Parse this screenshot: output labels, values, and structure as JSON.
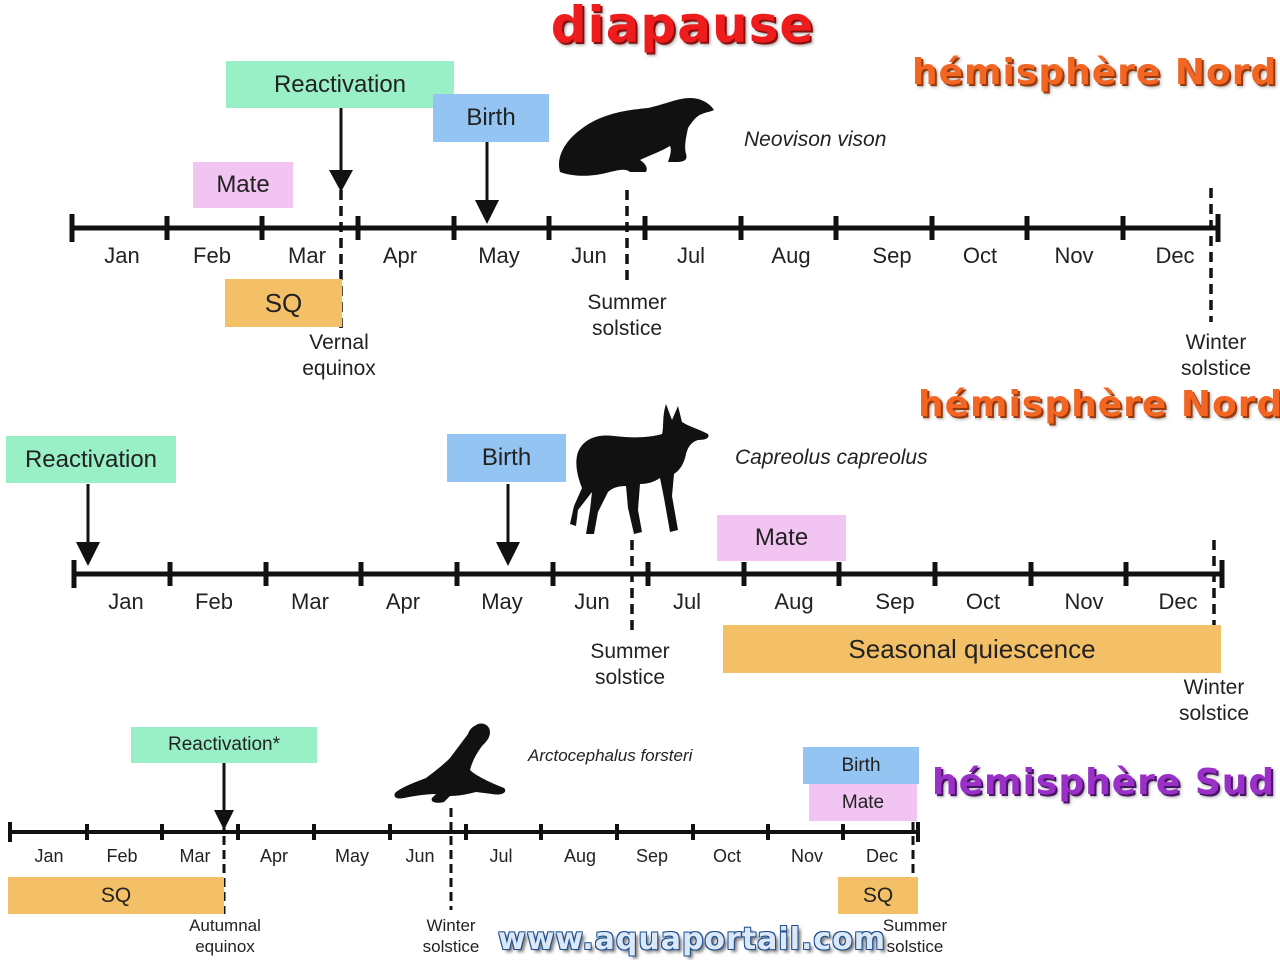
{
  "title": "diapause",
  "hemispheres": {
    "nord_1": "hémisphère Nord",
    "nord_2": "hémisphère Nord",
    "sud": "hémisphère Sud"
  },
  "panel1": {
    "species": "Neovison vison",
    "animal_icon": "mink-silhouette-icon",
    "months": [
      "Jan",
      "Feb",
      "Mar",
      "Apr",
      "May",
      "Jun",
      "Jul",
      "Aug",
      "Sep",
      "Oct",
      "Nov",
      "Dec"
    ],
    "reactivation": "Reactivation",
    "birth": "Birth",
    "mate": "Mate",
    "sq": "SQ",
    "vernal_equinox": "Vernal\nequinox",
    "summer_solstice": "Summer\nsolstice",
    "winter_solstice": "Winter\nsolstice"
  },
  "panel2": {
    "species": "Capreolus capreolus",
    "animal_icon": "deer-silhouette-icon",
    "months": [
      "Jan",
      "Feb",
      "Mar",
      "Apr",
      "May",
      "Jun",
      "Jul",
      "Aug",
      "Sep",
      "Oct",
      "Nov",
      "Dec"
    ],
    "reactivation": "Reactivation",
    "birth": "Birth",
    "mate": "Mate",
    "seasonal_quiescence": "Seasonal quiescence",
    "summer_solstice": "Summer\nsolstice",
    "winter_solstice": "Winter\nsolstice"
  },
  "panel3": {
    "species": "Arctocephalus forsteri",
    "animal_icon": "fur-seal-silhouette-icon",
    "months": [
      "Jan",
      "Feb",
      "Mar",
      "Apr",
      "May",
      "Jun",
      "Jul",
      "Aug",
      "Sep",
      "Oct",
      "Nov",
      "Dec"
    ],
    "reactivation": "Reactivation*",
    "birth": "Birth",
    "mate": "Mate",
    "sq_left": "SQ",
    "sq_right": "SQ",
    "autumnal_equinox": "Autumnal\nequinox",
    "winter_solstice": "Winter\nsolstice",
    "summer_solstice": "Summer\nsolstice"
  },
  "watermark": "www.aquaportail.com",
  "colors": {
    "reactivation": "#99f0c6",
    "birth": "#94c4f2",
    "mate": "#f2c4f2",
    "quiescence": "#f4c067",
    "title": "#ee1c1c",
    "nord": "#f26522",
    "sud": "#9b30c8"
  }
}
